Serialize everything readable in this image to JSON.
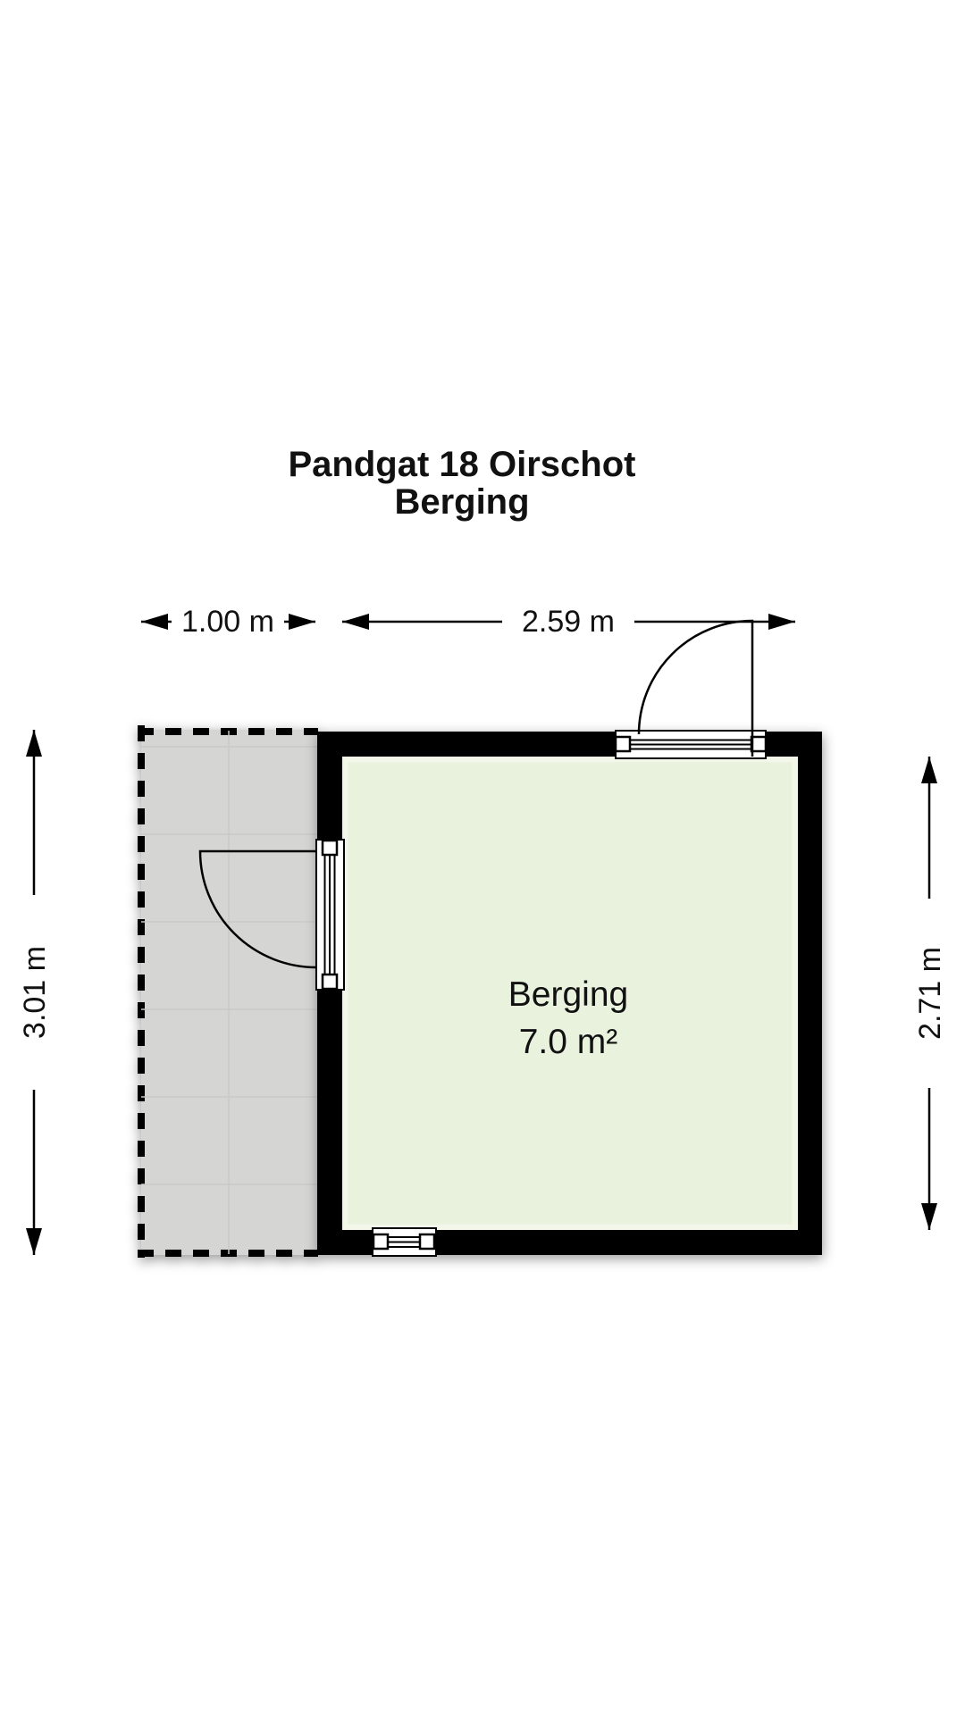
{
  "canvas": {
    "background": "#ffffff"
  },
  "title": {
    "line1": "Pandgat 18 Oirschot",
    "line2": "Berging"
  },
  "plan": {
    "wall_color": "#000000",
    "room": {
      "label": "Berging",
      "area_label": "7.0 m²",
      "floor_color": "#e8f2dc",
      "floor_edge_color": "#f2f7ea"
    },
    "outdoor": {
      "floor_color": "#d5d5d3",
      "grid_color": "#c9c9c7"
    },
    "dimensions": {
      "top_left": "1.00 m",
      "top_right": "2.59 m",
      "left": "3.01 m",
      "right": "2.71 m"
    }
  }
}
